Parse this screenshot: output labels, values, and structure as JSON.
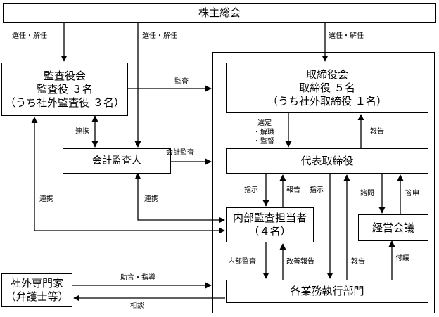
{
  "boxes": {
    "shareholders": "株主総会",
    "audit_board": {
      "line1": "監査役会",
      "line2": "監査役 ３名",
      "line3": "（うち社外監査役 ３名）"
    },
    "board": {
      "line1": "取締役会",
      "line2": "取締役 ５名",
      "line3": "（うち社外取締役 １名）"
    },
    "accounting_auditor": "会計監査人",
    "representative_director": "代表取締役",
    "internal_audit": {
      "line1": "内部監査担当者",
      "line2": "（４名）"
    },
    "management_meeting": "経営会議",
    "business_units": "各業務執行部門",
    "external_experts": {
      "line1": "社外専門家",
      "line2": "（弁護士等）"
    }
  },
  "labels": {
    "elect_dismiss_1": "選任・解任",
    "elect_dismiss_2": "選任・解任",
    "elect_dismiss_3": "選任・解任",
    "audit": "監査",
    "accounting_audit": "会計監査",
    "cooperation_1": "連携",
    "cooperation_2": "連携",
    "cooperation_3": "連携",
    "appoint_1": "選定",
    "appoint_2": "・解職",
    "appoint_3": "・監督",
    "report_to_board": "報告",
    "instruct_1": "指示",
    "report_1": "報告",
    "instruct_2": "指示",
    "consult": "諮問",
    "answer": "答申",
    "internal_audit_label": "内部監査",
    "improvement_report": "改善報告",
    "report_2": "報告",
    "submit": "付議",
    "advice": "助言・指導",
    "consultation": "相談"
  },
  "colors": {
    "line": "#000000",
    "background": "#ffffff"
  }
}
